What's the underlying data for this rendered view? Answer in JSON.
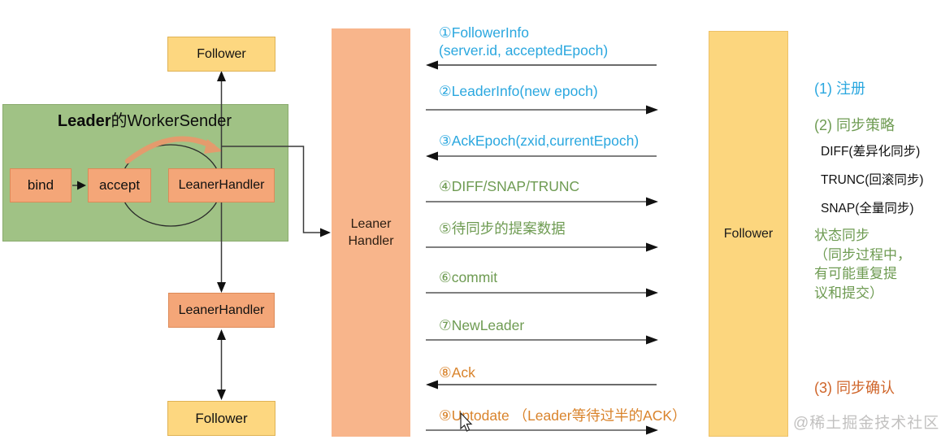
{
  "colors": {
    "panel_green": "#a0c285",
    "box_orange": "#f4a678",
    "box_yellow": "#fdd780",
    "column_salmon": "#f8b58b",
    "column_yellow": "#fcd67e",
    "msg_blue": "#2aa7df",
    "msg_green": "#6e9b52",
    "msg_orange": "#d9832b",
    "note_orange_red": "#cf6428",
    "watermark_gray": "#c2c1c0"
  },
  "leader_group": {
    "title_bold": "Leader",
    "title_rest": "的WorkerSender",
    "bind": "bind",
    "accept": "accept",
    "leaner_handler": "LeanerHandler"
  },
  "nodes": {
    "follower_top": "Follower",
    "leaner_handler_2": "LeanerHandler",
    "follower_bottom": "Follower",
    "mid_column_line1": "Leaner",
    "mid_column_line2": "Handler",
    "right_column": "Follower"
  },
  "messages": [
    {
      "label": "①FollowerInfo",
      "label2": "(server.id, acceptedEpoch)",
      "direction": "left",
      "color": "#2aa7df"
    },
    {
      "label": "②LeaderInfo(new epoch)",
      "direction": "right",
      "color": "#2aa7df"
    },
    {
      "label": "③AckEpoch(zxid,currentEpoch)",
      "direction": "left",
      "color": "#2aa7df"
    },
    {
      "label": "④DIFF/SNAP/TRUNC",
      "direction": "right",
      "color": "#6e9b52"
    },
    {
      "label": "⑤待同步的提案数据",
      "direction": "right",
      "color": "#6e9b52"
    },
    {
      "label": "⑥commit",
      "direction": "right",
      "color": "#6e9b52"
    },
    {
      "label": "⑦NewLeader",
      "direction": "right",
      "color": "#6e9b52"
    },
    {
      "label": "⑧Ack",
      "direction": "left",
      "color": "#d9832b"
    },
    {
      "label": "⑨Uptodate （Leader等待过半的ACK）",
      "direction": "right",
      "color": "#d9832b"
    }
  ],
  "notes": {
    "step1": "(1) 注册",
    "step2": "(2) 同步策略",
    "diff": "DIFF(差异化同步)",
    "trunc": "TRUNC(回滚同步)",
    "snap": "SNAP(全量同步)",
    "state_sync_line1": "状态同步",
    "state_sync_line2": "（同步过程中，",
    "state_sync_line3": "有可能重复提",
    "state_sync_line4": "议和提交）",
    "step3": "(3) 同步确认"
  },
  "watermark": "@稀土掘金技术社区"
}
